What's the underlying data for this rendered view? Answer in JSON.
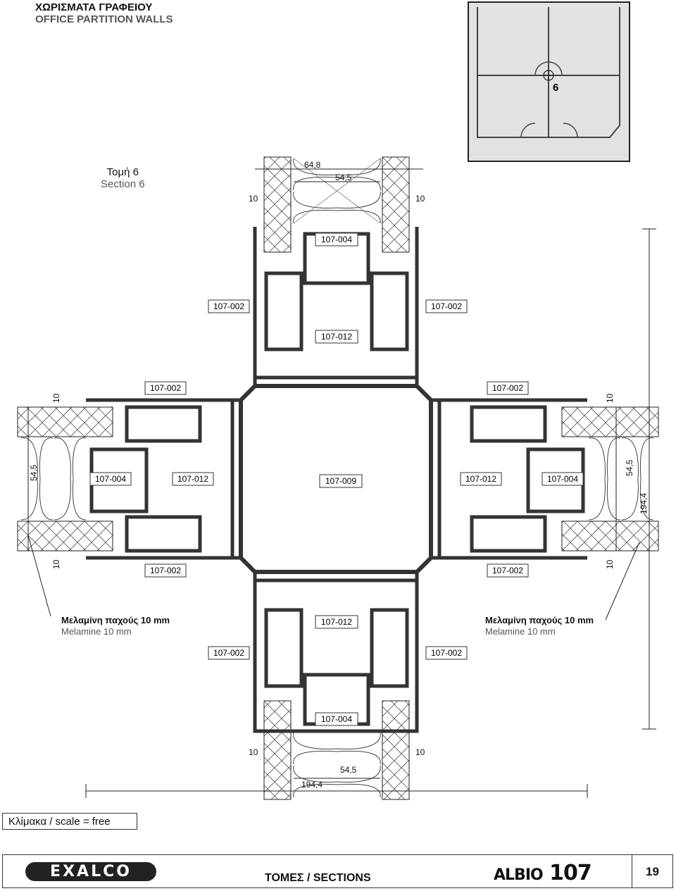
{
  "header": {
    "title_gr": "ΧΩΡΙΣΜΑΤΑ ΓΡΑΦΕΙΟΥ",
    "title_en": "OFFICE PARTITION WALLS"
  },
  "section": {
    "gr": "Τομή  6",
    "en": "Section 6"
  },
  "keyplan": {
    "marker": "6"
  },
  "profiles": {
    "p004": "107-004",
    "p002": "107-002",
    "p012": "107-012",
    "p009": "107-009"
  },
  "dims": {
    "d648": "64,8",
    "d545": "54,5",
    "d10": "10",
    "d1944": "194,4"
  },
  "notes": {
    "gr": "Μελαμίνη παχούς 10 mm",
    "en": "Melamine 10 mm"
  },
  "scale": "Κλίμακα / scale  = free",
  "footer": {
    "center": "ΤΟΜΕΣ / SECTIONS",
    "page": "19",
    "logo_left": "EXALCO",
    "logo_right_a": "ALBIO",
    "logo_right_b": "107"
  },
  "colors": {
    "profile": "#333333",
    "hatch": "#555555",
    "keyplan_fill": "#e2e2e2"
  }
}
